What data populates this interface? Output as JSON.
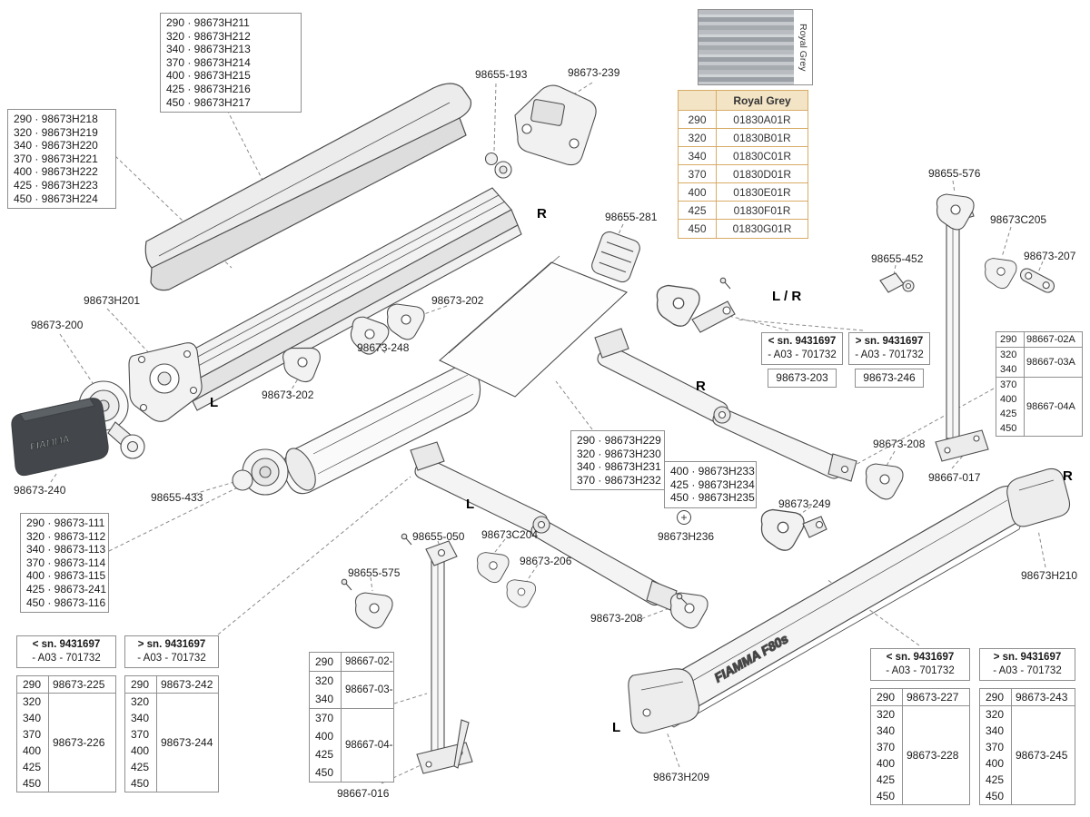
{
  "markers": {
    "r_top": "R",
    "lr_right": "L / R",
    "r_mid": "R",
    "r_right": "R",
    "l_roller": "L",
    "l_arm": "L",
    "l_case": "L",
    "plus": "+"
  },
  "labels": {
    "p98655_193": "98655-193",
    "p98673_239": "98673-239",
    "p98655_281": "98655-281",
    "p98655_576": "98655-576",
    "p98673C205": "98673C205",
    "p98673_207": "98673-207",
    "p98655_452": "98655-452",
    "p98673H201": "98673H201",
    "p98673_200": "98673-200",
    "p98673_202_upper": "98673-202",
    "p98673_248": "98673-248",
    "p98673_202_lower": "98673-202",
    "p98673_240": "98673-240",
    "p98655_433": "98655-433",
    "p98673_208_right": "98673-208",
    "p98667_017": "98667-017",
    "p98673H210": "98673H210",
    "p98673H236": "98673H236",
    "p98673_249": "98673-249",
    "p98655_050": "98655-050",
    "p98673C204": "98673C204",
    "p98673_206": "98673-206",
    "p98655_575": "98655-575",
    "p98673_208_left": "98673-208",
    "p98667_016": "98667-016",
    "p98673H209": "98673H209"
  },
  "boxes": {
    "case_top": [
      "290 · 98673H211",
      "320 · 98673H212",
      "340 · 98673H213",
      "370 · 98673H214",
      "400 · 98673H215",
      "425 · 98673H216",
      "450 · 98673H217"
    ],
    "case_left": [
      "290 · 98673H218",
      "320 · 98673H219",
      "340 · 98673H220",
      "370 · 98673H221",
      "400 · 98673H222",
      "425 · 98673H223",
      "450 · 98673H224"
    ],
    "roller": [
      "290 · 98673-111",
      "320 · 98673-112",
      "340 · 98673-113",
      "370 · 98673-114",
      "400 · 98673-115",
      "425 · 98673-241",
      "450 · 98673-116"
    ],
    "fabric_a": [
      "290 · 98673H229",
      "320 · 98673H230",
      "340 · 98673H231",
      "370 · 98673H232"
    ],
    "fabric_b": [
      "400 · 98673H233",
      "425 · 98673H234",
      "450 · 98673H235"
    ]
  },
  "royal_grey": {
    "swatch_label": "Royal Grey",
    "header": "Royal Grey",
    "rows": [
      [
        "290",
        "01830A01R"
      ],
      [
        "320",
        "01830B01R"
      ],
      [
        "340",
        "01830C01R"
      ],
      [
        "370",
        "01830D01R"
      ],
      [
        "400",
        "01830E01R"
      ],
      [
        "425",
        "01830F01R"
      ],
      [
        "450",
        "01830G01R"
      ]
    ]
  },
  "sn_arm_upper": {
    "left": {
      "h1": "< sn. 9431697",
      "h2": "- A03 - 701732",
      "part": "98673-203"
    },
    "right": {
      "h1": "> sn. 9431697",
      "h2": "- A03 - 701732",
      "part": "98673-246"
    }
  },
  "arm_right_box": {
    "groups": [
      {
        "sizes": [
          "290"
        ],
        "part": "98667-02A"
      },
      {
        "sizes": [
          "320",
          "340"
        ],
        "part": "98667-03A"
      },
      {
        "sizes": [
          "370",
          "400",
          "425",
          "450"
        ],
        "part": "98667-04A"
      }
    ]
  },
  "leg_box": {
    "groups": [
      {
        "sizes": [
          "290"
        ],
        "part": "98667-02-"
      },
      {
        "sizes": [
          "320",
          "340"
        ],
        "part": "98667-03-"
      },
      {
        "sizes": [
          "370",
          "400",
          "425",
          "450"
        ],
        "part": "98667-04-"
      }
    ]
  },
  "sn_arm_left": {
    "left": {
      "h1": "< sn. 9431697",
      "h2": "- A03 - 701732",
      "groups": [
        {
          "sizes": [
            "290"
          ],
          "part": "98673-225"
        },
        {
          "sizes": [
            "320",
            "340",
            "370",
            "400",
            "425",
            "450"
          ],
          "part": "98673-226"
        }
      ]
    },
    "right": {
      "h1": "> sn. 9431697",
      "h2": "- A03 - 701732",
      "groups": [
        {
          "sizes": [
            "290"
          ],
          "part": "98673-242"
        },
        {
          "sizes": [
            "320",
            "340",
            "370",
            "400",
            "425",
            "450"
          ],
          "part": "98673-244"
        }
      ]
    }
  },
  "sn_case_right": {
    "left": {
      "h1": "< sn. 9431697",
      "h2": "- A03 - 701732",
      "groups": [
        {
          "sizes": [
            "290"
          ],
          "part": "98673-227"
        },
        {
          "sizes": [
            "320",
            "340",
            "370",
            "400",
            "425",
            "450"
          ],
          "part": "98673-228"
        }
      ]
    },
    "right": {
      "h1": "> sn. 9431697",
      "h2": "- A03 - 701732",
      "groups": [
        {
          "sizes": [
            "290"
          ],
          "part": "98673-243"
        },
        {
          "sizes": [
            "320",
            "340",
            "370",
            "400",
            "425",
            "450"
          ],
          "part": "98673-245"
        }
      ]
    }
  },
  "logo": {
    "case_text": "FIAMMA F80s",
    "cap_text": "FIAMMA"
  }
}
